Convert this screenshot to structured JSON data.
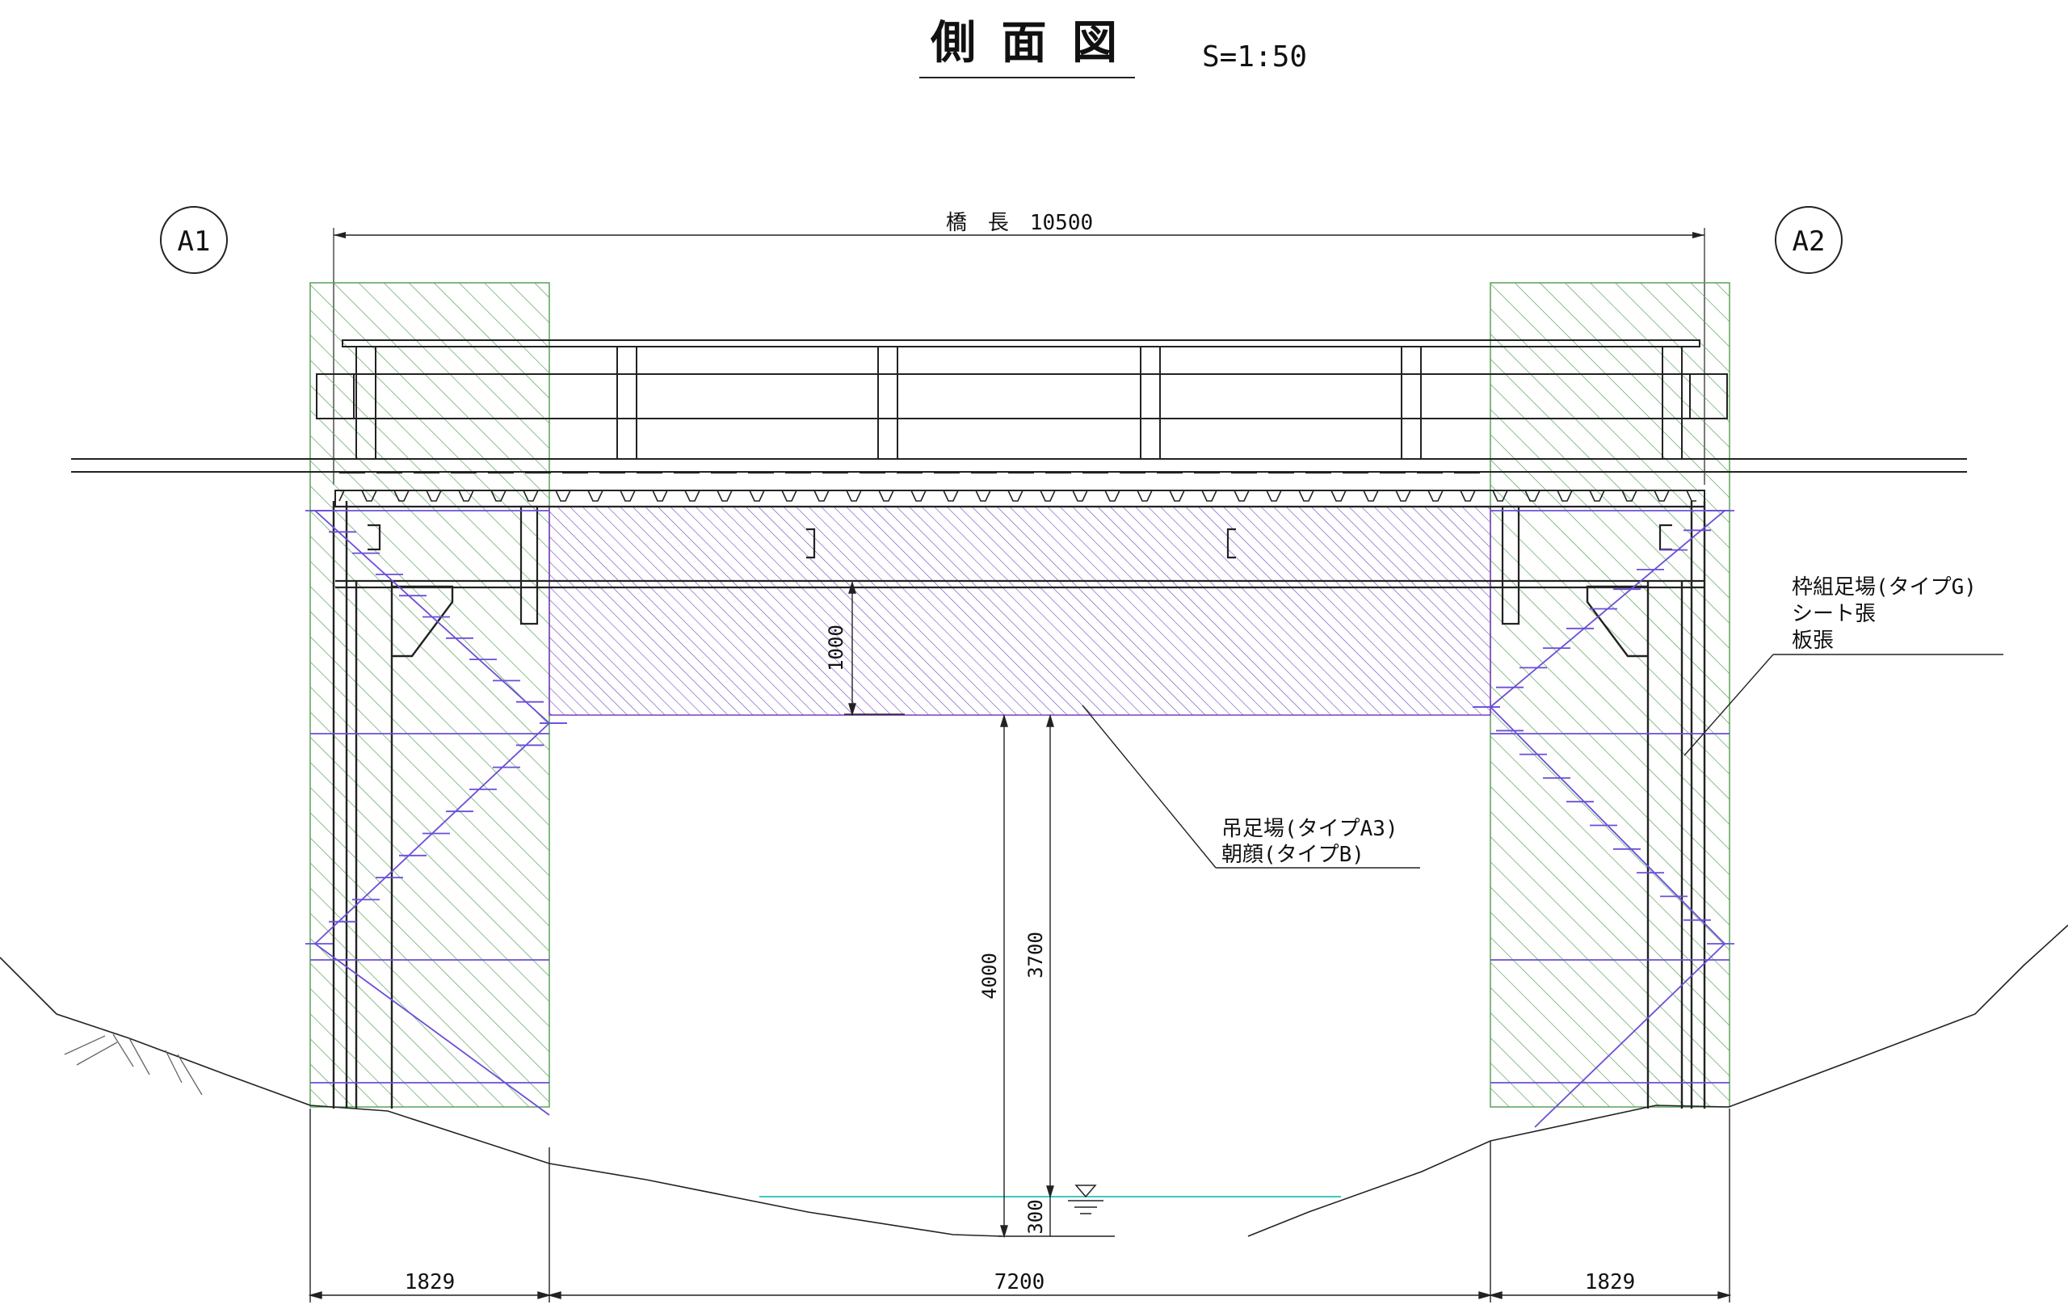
{
  "title": "側 面 図",
  "scale": "S=1:50",
  "abutments": {
    "left": "A1",
    "right": "A2"
  },
  "bridge_length_label": "橋　長　10500",
  "dimensions": {
    "height_1000": "1000",
    "height_4000": "4000",
    "height_3700": "3700",
    "height_300": "300",
    "span_left": "1829",
    "span_center": "7200",
    "span_right": "1829"
  },
  "callouts": {
    "frame_scaffold": {
      "line1": "枠組足場(タイプG)",
      "line2": "シート張",
      "line3": "板張"
    },
    "hanging_scaffold": {
      "line1": "吊足場(タイプA3)",
      "line2": "朝顔(タイプB)"
    }
  },
  "colors": {
    "frame_hatch": "#5aa25a",
    "hanging_hatch": "#7a3fbf",
    "scaffold_line": "#6a4fd8",
    "water": "#3fc7c7",
    "line": "#222222"
  }
}
